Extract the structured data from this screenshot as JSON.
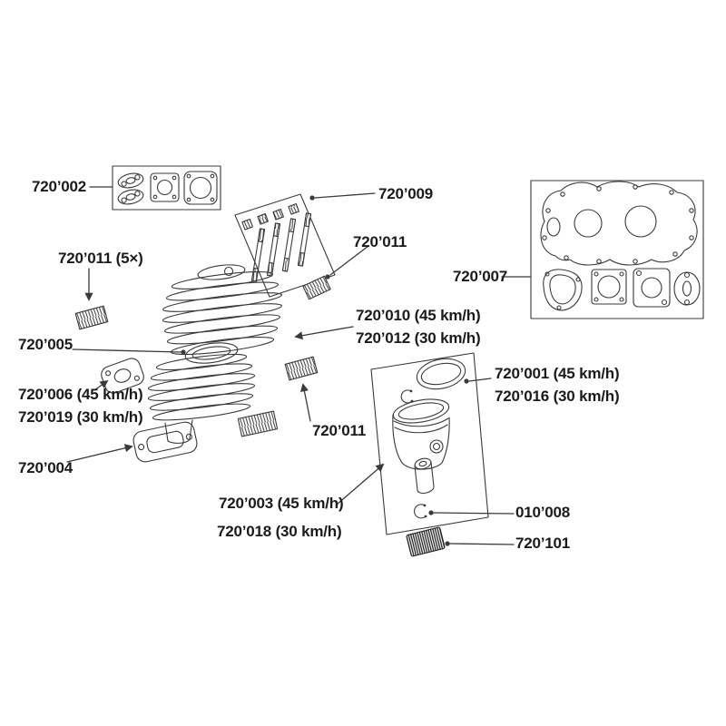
{
  "diagram": {
    "type": "exploded-parts-diagram",
    "subject": "engine cylinder kit parts",
    "background": "#ffffff",
    "line_color": "#3a3a3a",
    "text_color": "#1b1b1b"
  },
  "labels": [
    {
      "id": "720-002",
      "text": "720’002"
    },
    {
      "id": "720-009",
      "text": "720’009"
    },
    {
      "id": "720-011-top",
      "text": "720’011"
    },
    {
      "id": "720-011-5x",
      "text": "720’011 (5×)"
    },
    {
      "id": "720-005",
      "text": "720’005"
    },
    {
      "id": "720-006",
      "text": "720’006 (45 km/h)"
    },
    {
      "id": "720-019",
      "text": "720’019 (30 km/h)"
    },
    {
      "id": "720-004",
      "text": "720’004"
    },
    {
      "id": "720-010",
      "text": "720’010 (45 km/h)"
    },
    {
      "id": "720-012",
      "text": "720’012 (30 km/h)"
    },
    {
      "id": "720-011-bottom",
      "text": "720’011"
    },
    {
      "id": "720-007",
      "text": "720’007"
    },
    {
      "id": "720-001",
      "text": "720’001 (45 km/h)"
    },
    {
      "id": "720-016",
      "text": "720’016 (30 km/h)"
    },
    {
      "id": "720-003",
      "text": "720’003 (45 km/h)"
    },
    {
      "id": "720-018",
      "text": "720’018 (30 km/h)"
    },
    {
      "id": "010-008",
      "text": "010’008"
    },
    {
      "id": "720-101",
      "text": "720’101"
    }
  ]
}
